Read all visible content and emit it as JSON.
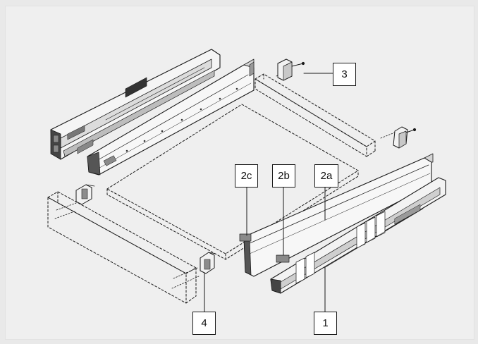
{
  "diagram": {
    "callouts": {
      "part_3": "3",
      "part_2c": "2c",
      "part_2b": "2b",
      "part_2a": "2a",
      "part_4": "4",
      "part_1": "1"
    },
    "colors": {
      "background": "#efefef",
      "line": "#1a1a1a",
      "metal_light": "#f7f7f7",
      "metal_mid": "#c9c9c9",
      "metal_dark": "#555555",
      "label_plate": "#8a8a8a"
    }
  }
}
